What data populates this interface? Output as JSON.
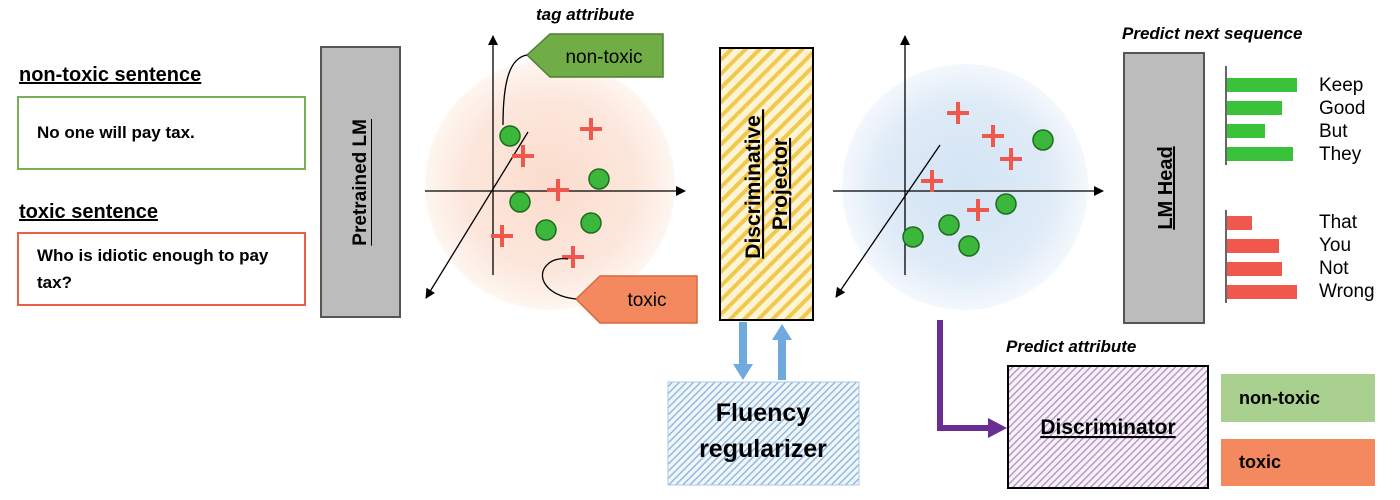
{
  "inputs": {
    "non_toxic_label": "non-toxic sentence",
    "non_toxic_text": "No one will pay tax.",
    "toxic_label": "toxic sentence",
    "toxic_text": "Who is idiotic enough to pay tax?"
  },
  "pretrained_lm": "Pretrained LM",
  "left_plot": {
    "heading": "tag attribute",
    "tag_non_toxic": "non-toxic",
    "tag_toxic": "toxic"
  },
  "projector": {
    "line1": "Discriminative",
    "line2": "Projector"
  },
  "fluency": {
    "line1": "Fluency",
    "line2": "regularizer"
  },
  "lm_head": {
    "heading": "Predict next sequence",
    "label": "LM Head",
    "non_toxic_words": [
      "Keep",
      "Good",
      "But",
      "They"
    ],
    "non_toxic_bars": [
      1.0,
      0.78,
      0.54,
      0.94
    ],
    "toxic_words": [
      "That",
      "You",
      "Not",
      "Wrong"
    ],
    "toxic_bars": [
      0.36,
      0.74,
      0.78,
      1.0
    ]
  },
  "discriminator": {
    "heading": "Predict attribute",
    "label": "Discriminator",
    "out_non_toxic": "non-toxic",
    "out_toxic": "toxic"
  },
  "colors": {
    "green": "#3bb83b",
    "red": "#f0584e",
    "green_border": "#7ab055",
    "red_border": "#e8604a",
    "tag_green": "#70ad47",
    "tag_orange": "#f4895f",
    "arrow_blue": "#6fa9dd",
    "arrow_purple": "#6a2d91",
    "out_green": "#a9d08e",
    "out_orange": "#f4895f"
  }
}
